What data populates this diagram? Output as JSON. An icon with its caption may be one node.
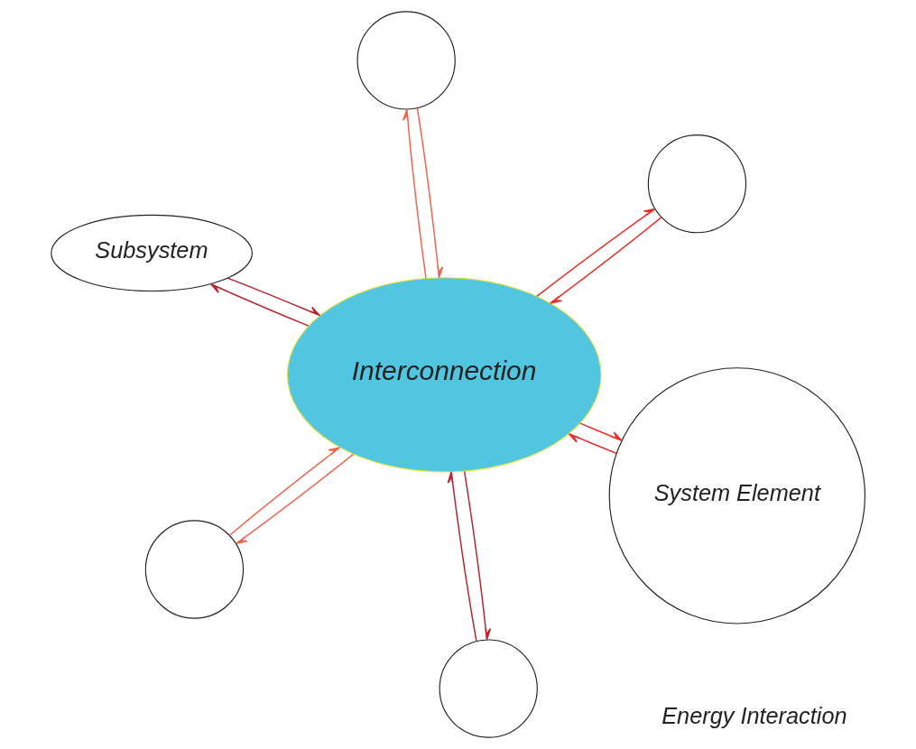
{
  "diagram": {
    "nodes": [
      {
        "text": [
          "Subsystem"
        ]
      },
      {
        "text": [
          "System Element"
        ]
      },
      {
        "text": [],
        "shape": "circle"
      },
      {
        "text": [
          "Interconnection"
        ]
      },
      {
        "text": [],
        "shape": "circle"
      },
      {
        "text": [],
        "shape": "circle"
      },
      {
        "text": [],
        "shape": "circle"
      }
    ],
    "edges": [
      {
        "from": 0,
        "to": 3,
        "arrow": "to",
        "color": "#b5272d"
      },
      {
        "from": 3,
        "to": 0,
        "arrow": "to",
        "color": "#b5272d"
      },
      {
        "from": 3,
        "to": 1,
        "arrow": "to"
      },
      {
        "from": 1,
        "to": 3,
        "arrow": "to"
      },
      {
        "from": 2,
        "to": 3,
        "arrow": "to",
        "color": "#b5272d"
      },
      {
        "from": 3,
        "to": 2,
        "arrow": "to",
        "color": "#b5272d"
      },
      {
        "from": 3,
        "to": 4,
        "arrow": "to"
      },
      {
        "from": 4,
        "to": 3,
        "arrow": "to"
      },
      {
        "from": 5,
        "to": 3,
        "arrow": "to",
        "color": "#f0644c"
      },
      {
        "from": 3,
        "to": 5,
        "arrow": "to",
        "color": "#f0644c"
      },
      {
        "from": 3,
        "to": 6,
        "arrow": "to",
        "color": "#f0644c"
      },
      {
        "from": 6,
        "to": 3,
        "arrow": "to",
        "color": "#f0644c"
      }
    ],
    "labels": [
      "Energy Interaction"
    ]
  }
}
